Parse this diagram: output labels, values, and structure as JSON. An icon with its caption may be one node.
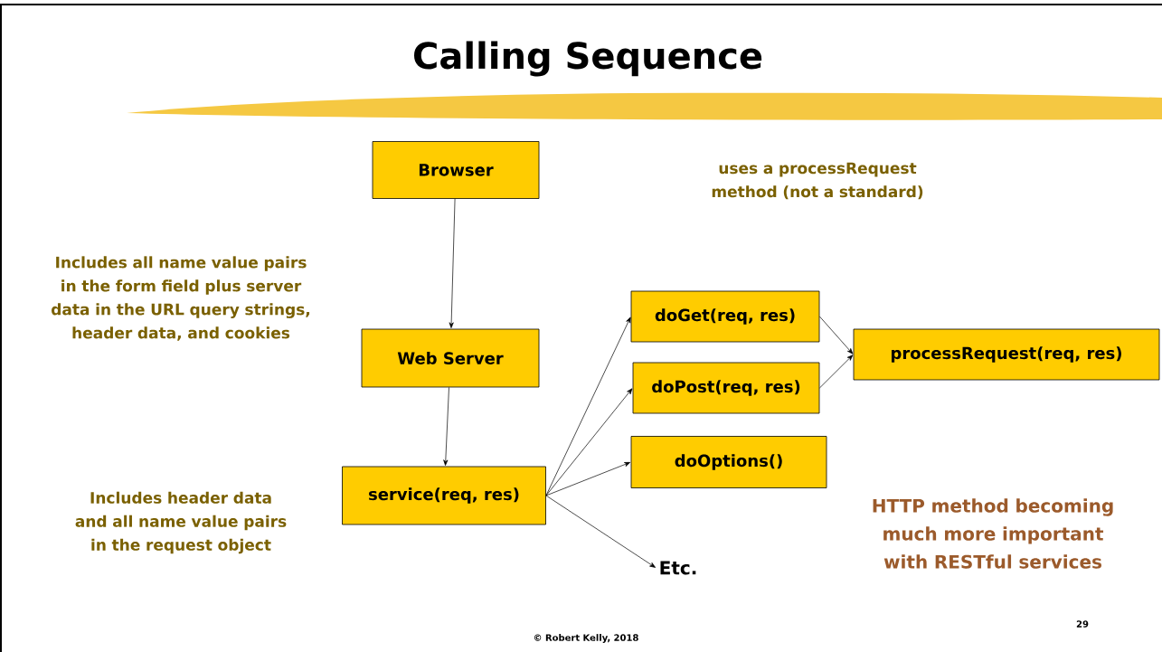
{
  "diagram": {
    "title": "Calling Sequence",
    "nodes": [
      {
        "text": [
          "Browser"
        ]
      },
      {
        "text": [
          "Web Server"
        ]
      },
      {
        "text": [
          "service(req, res)"
        ]
      },
      {
        "text": [
          "doGet(req, res)"
        ]
      },
      {
        "text": [
          "doPost(req, res)"
        ]
      },
      {
        "text": [
          "doOptions()"
        ]
      },
      {
        "text": [
          "Etc."
        ]
      },
      {
        "text": [
          "processRequest(req, res)"
        ]
      }
    ],
    "edges": [
      {
        "from": 0,
        "to": 1,
        "arrow": "to"
      },
      {
        "from": 1,
        "to": 2,
        "arrow": "to"
      },
      {
        "from": 2,
        "to": 3,
        "arrow": "to"
      },
      {
        "from": 2,
        "to": 4,
        "arrow": "to"
      },
      {
        "from": 2,
        "to": 5,
        "arrow": "to"
      },
      {
        "from": 2,
        "to": 6,
        "arrow": "to"
      },
      {
        "from": 3,
        "to": 7,
        "arrow": "to"
      },
      {
        "from": 4,
        "to": 7,
        "arrow": "to"
      }
    ],
    "labels": [
      "uses a processRequest method (not a standard)",
      "Includes all name value pairs in the form field plus server data in the URL query strings, header data, and cookies",
      "Includes header data and all name value pairs in the request object",
      "HTTP method becoming much more important with RESTful services",
      "© Robert Kelly, 2018",
      "29"
    ]
  }
}
